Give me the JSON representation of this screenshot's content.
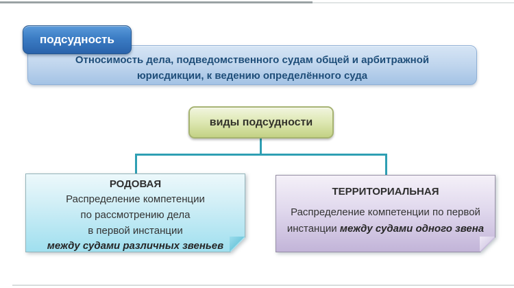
{
  "header": {
    "tab_label": "подсудность",
    "definition_line1": "Относимость дела, подведомственного судам общей и арбитражной",
    "definition_line2": "юрисдикции, к ведению определённого суда"
  },
  "types_box": {
    "label": "виды подсудности"
  },
  "branches": [
    {
      "title": "РОДОВАЯ",
      "lines": [
        "Распределение компетенции",
        "по рассмотрению дела",
        "в первой инстанции"
      ],
      "emphasis": "между судами различных звеньев"
    },
    {
      "title": "ТЕРРИТОРИАЛЬНАЯ",
      "body": "Распределение компетенции по первой инстанции",
      "emphasis": "между судами одного звена"
    }
  ],
  "palette": {
    "connector_teal": "#2E9FB3",
    "tab_blue": "#2A63AB",
    "definition_fill": "#B7CFEA",
    "definition_text": "#1F4E79",
    "types_green": "#D6E2A6",
    "branch_left_cyan": "#9FDFEF",
    "branch_right_lavender": "#C2B4D8",
    "top_rule_gray": "#9AA2A4",
    "bottom_rule_gray": "#D8DCDC"
  }
}
